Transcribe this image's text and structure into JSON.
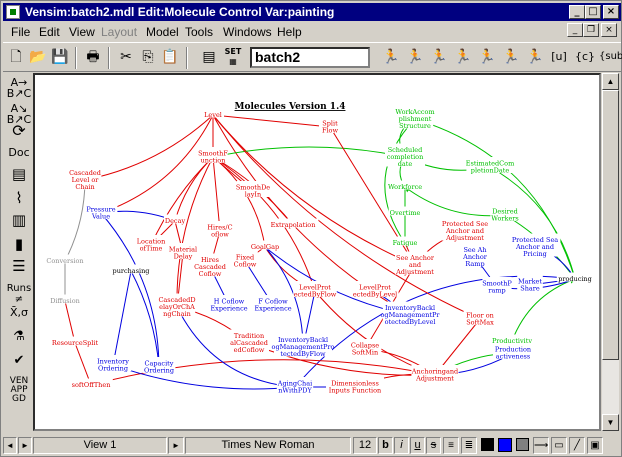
{
  "title": "Vensim:batch2.mdl Edit:Molecule Control Var:painting",
  "menu": {
    "file": "File",
    "edit": "Edit",
    "view": "View",
    "layout": "Layout",
    "model": "Model",
    "tools": "Tools",
    "windows": "Windows",
    "help": "Help"
  },
  "toolbar": {
    "model_name": "batch2",
    "set_label": "SET"
  },
  "left_tools": {
    "doc": "Doc",
    "runs": "Runs",
    "xbar": "X̄,σ",
    "ven": "VEN",
    "app": "APP",
    "gd": "GD"
  },
  "status": {
    "view": "View 1",
    "font": "Times New Roman",
    "size": "12",
    "bold": "b",
    "italic": "i",
    "underline": "u",
    "strike": "s"
  },
  "colors": {
    "red": "#e00000",
    "green": "#00c000",
    "blue": "#0000e0",
    "gray": "#909090",
    "dark": "#000000"
  },
  "diagram": {
    "title": "Molecules Version 1.4",
    "nodes": [
      {
        "id": "level",
        "text": [
          "Level"
        ],
        "color": "red"
      },
      {
        "id": "smooth",
        "text": [
          "SmoothF",
          "unction"
        ],
        "color": "red"
      },
      {
        "id": "cascaded_level",
        "text": [
          "Cascaded",
          "Level or",
          "Chain"
        ],
        "color": "red"
      },
      {
        "id": "split_flow",
        "text": [
          "Split",
          "Flow"
        ],
        "color": "red"
      },
      {
        "id": "workaccomp",
        "text": [
          "WorkAccom",
          "plishment",
          "Structure"
        ],
        "color": "green"
      },
      {
        "id": "scheduled",
        "text": [
          "Scheduled",
          "completion",
          "date"
        ],
        "color": "green"
      },
      {
        "id": "estimated",
        "text": [
          "EstimatedCom",
          "pletionDate"
        ],
        "color": "green"
      },
      {
        "id": "workforce",
        "text": [
          "Workforce"
        ],
        "color": "green"
      },
      {
        "id": "overtime",
        "text": [
          "Overtime"
        ],
        "color": "green"
      },
      {
        "id": "desired_workers",
        "text": [
          "Desired",
          "Workers"
        ],
        "color": "green"
      },
      {
        "id": "fatigue",
        "text": [
          "Fatigue"
        ],
        "color": "green"
      },
      {
        "id": "pricing",
        "text": [
          "Protected Sea",
          "Anchor and",
          "Pricing"
        ],
        "color": "blue"
      },
      {
        "id": "producing",
        "text": [
          "producing"
        ],
        "color": "dark"
      },
      {
        "id": "market_share",
        "text": [
          "Market",
          "Share"
        ],
        "color": "blue"
      },
      {
        "id": "smooth_ramp",
        "text": [
          "SmoothP",
          "ramp"
        ],
        "color": "blue"
      },
      {
        "id": "see_anchor_ramp",
        "text": [
          "See Ah",
          "Anchor",
          "Ramp"
        ],
        "color": "blue"
      },
      {
        "id": "prot_adj",
        "text": [
          "Protected See",
          "Anchor and",
          "Adjustment"
        ],
        "color": "red"
      },
      {
        "id": "see_anchor_adj",
        "text": [
          "See Anchor",
          "and",
          "Adjustment"
        ],
        "color": "red"
      },
      {
        "id": "pressure_value",
        "text": [
          "Pressure",
          "Value"
        ],
        "color": "blue"
      },
      {
        "id": "decay",
        "text": [
          "Decay"
        ],
        "color": "red"
      },
      {
        "id": "smoothdecay",
        "text": [
          "SmoothDe",
          "layIn"
        ],
        "color": "red"
      },
      {
        "id": "extrapolation",
        "text": [
          "Extrapolation"
        ],
        "color": "red"
      },
      {
        "id": "conversion",
        "text": [
          "Conversion"
        ],
        "color": "gray"
      },
      {
        "id": "diffusion",
        "text": [
          "Diffusion"
        ],
        "color": "gray"
      },
      {
        "id": "location",
        "text": [
          "Location",
          "ofTime"
        ],
        "color": "red"
      },
      {
        "id": "material_delay",
        "text": [
          "Material",
          "Delay"
        ],
        "color": "red"
      },
      {
        "id": "hires",
        "text": [
          "Hires/C",
          "oflow"
        ],
        "color": "red"
      },
      {
        "id": "goalgap",
        "text": [
          "GoalGap"
        ],
        "color": "red"
      },
      {
        "id": "hires_cascaded",
        "text": [
          "Hires",
          "Cascaded",
          "Coflow"
        ],
        "color": "red"
      },
      {
        "id": "fixed_coflow",
        "text": [
          "Fixed",
          "Coflow"
        ],
        "color": "red"
      },
      {
        "id": "purchasing",
        "text": [
          "purchasing"
        ],
        "color": "dark"
      },
      {
        "id": "cascaded_delay",
        "text": [
          "CascadedD",
          "elayOrChA",
          "ngChain"
        ],
        "color": "red"
      },
      {
        "id": "hcoflow_exp",
        "text": [
          "H Coflow",
          "Experience"
        ],
        "color": "blue"
      },
      {
        "id": "fcoflow_exp",
        "text": [
          "F Coflow",
          "Experience"
        ],
        "color": "blue"
      },
      {
        "id": "levelprot_flow",
        "text": [
          "LevelProt",
          "ectedByFlow"
        ],
        "color": "red"
      },
      {
        "id": "levelprot_level",
        "text": [
          "LevelProt",
          "ectedByLevel"
        ],
        "color": "red"
      },
      {
        "id": "resource_split",
        "text": [
          "ResourceSplit"
        ],
        "color": "red"
      },
      {
        "id": "inventory_ordering",
        "text": [
          "Inventory",
          "Ordering"
        ],
        "color": "blue"
      },
      {
        "id": "capacity_ordering",
        "text": [
          "Capacity",
          "Ordering"
        ],
        "color": "blue"
      },
      {
        "id": "tradition",
        "text": [
          "Tradition",
          "alCascaded",
          "edCoflow"
        ],
        "color": "red"
      },
      {
        "id": "inv_backlog_flow",
        "text": [
          "InventoryBackl",
          "ogManagementPro",
          "tectedByFlow"
        ],
        "color": "blue"
      },
      {
        "id": "inv_backlog_level",
        "text": [
          "InventoryBackl",
          "ogManagementPr",
          "otectedByLevel"
        ],
        "color": "blue"
      },
      {
        "id": "floor",
        "text": [
          "Floor on",
          "SoftMax"
        ],
        "color": "red"
      },
      {
        "id": "productivity",
        "text": [
          "Productivity"
        ],
        "color": "green"
      },
      {
        "id": "collapse",
        "text": [
          "Collapse",
          "SoftMin"
        ],
        "color": "red"
      },
      {
        "id": "anchoring",
        "text": [
          "Anchoringand",
          "Adjustment"
        ],
        "color": "red"
      },
      {
        "id": "production_activeness",
        "text": [
          "Production",
          "activeness"
        ],
        "color": "blue"
      },
      {
        "id": "softoffthen",
        "text": [
          "softOffThen"
        ],
        "color": "red"
      },
      {
        "id": "aging_chain",
        "text": [
          "AgingChai",
          "nWithPDY"
        ],
        "color": "blue"
      },
      {
        "id": "dimensionless",
        "text": [
          "Dimensionless",
          "Inputs Function"
        ],
        "color": "red"
      }
    ]
  }
}
